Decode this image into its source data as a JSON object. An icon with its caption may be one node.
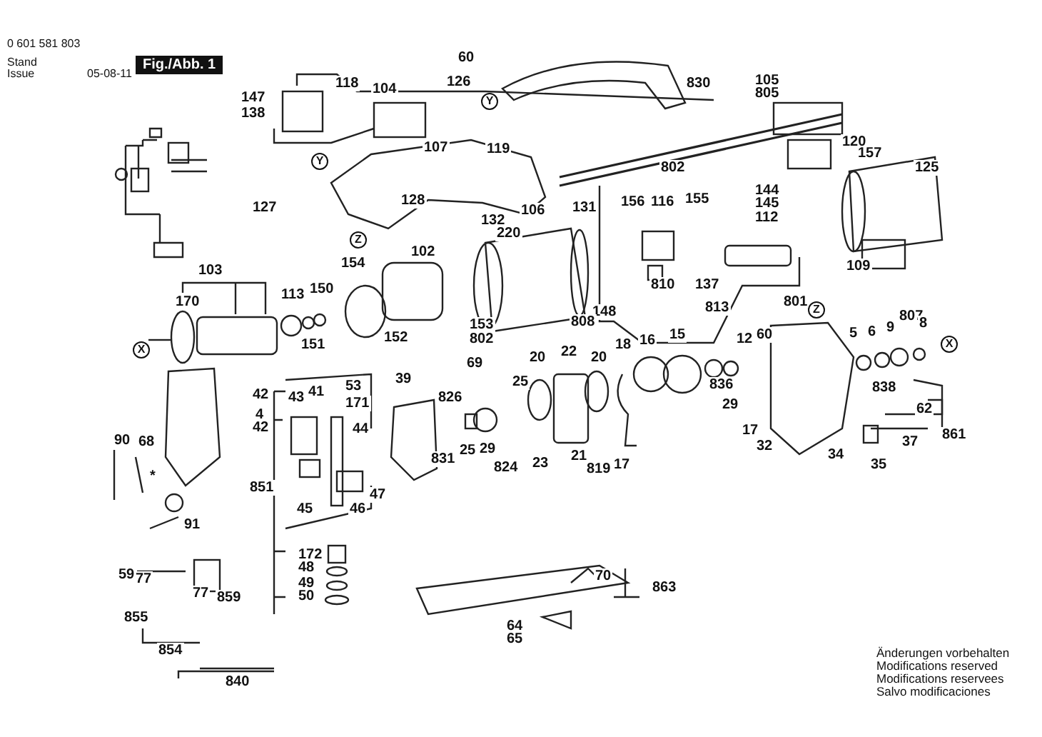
{
  "diagram": {
    "labels": [
      "0 601 581 803",
      "Stand",
      "Issue",
      "05-08-11",
      "Fig./Abb. 1",
      "60",
      "147",
      "118",
      "104",
      "126",
      "Y",
      "830",
      "105",
      "805",
      "138",
      "Y",
      "107",
      "119",
      "802",
      "120",
      "157",
      "125",
      "127",
      "128",
      "132",
      "106",
      "131",
      "156",
      "116",
      "155",
      "144",
      "145",
      "112",
      "Z",
      "220",
      "109",
      "102",
      "154",
      "103",
      "170",
      "113",
      "150",
      "810",
      "137",
      "148",
      "808",
      "813",
      "801",
      "Z",
      "152",
      "151",
      "153",
      "802",
      "5",
      "6",
      "9",
      "807",
      "8",
      "X",
      "X",
      "20",
      "22",
      "20",
      "18",
      "16",
      "15",
      "12",
      "60",
      "69",
      "39",
      "42",
      "43",
      "41",
      "53",
      "171",
      "826",
      "25",
      "836",
      "838",
      "29",
      "4",
      "42",
      "62",
      "44",
      "25",
      "29",
      "17",
      "32",
      "90",
      "68",
      "861",
      "831",
      "824",
      "23",
      "21",
      "819",
      "17",
      "34",
      "35",
      "37",
      "851",
      "45",
      "46",
      "47",
      "*",
      "91",
      "172",
      "48",
      "49",
      "50",
      "59",
      "77",
      "77",
      "859",
      "70",
      "863",
      "855",
      "854",
      "64",
      "65",
      "840",
      "Änderungen vorbehalten",
      "Modifications reserved",
      "Modifications reservees",
      "Salvo modificaciones"
    ]
  }
}
